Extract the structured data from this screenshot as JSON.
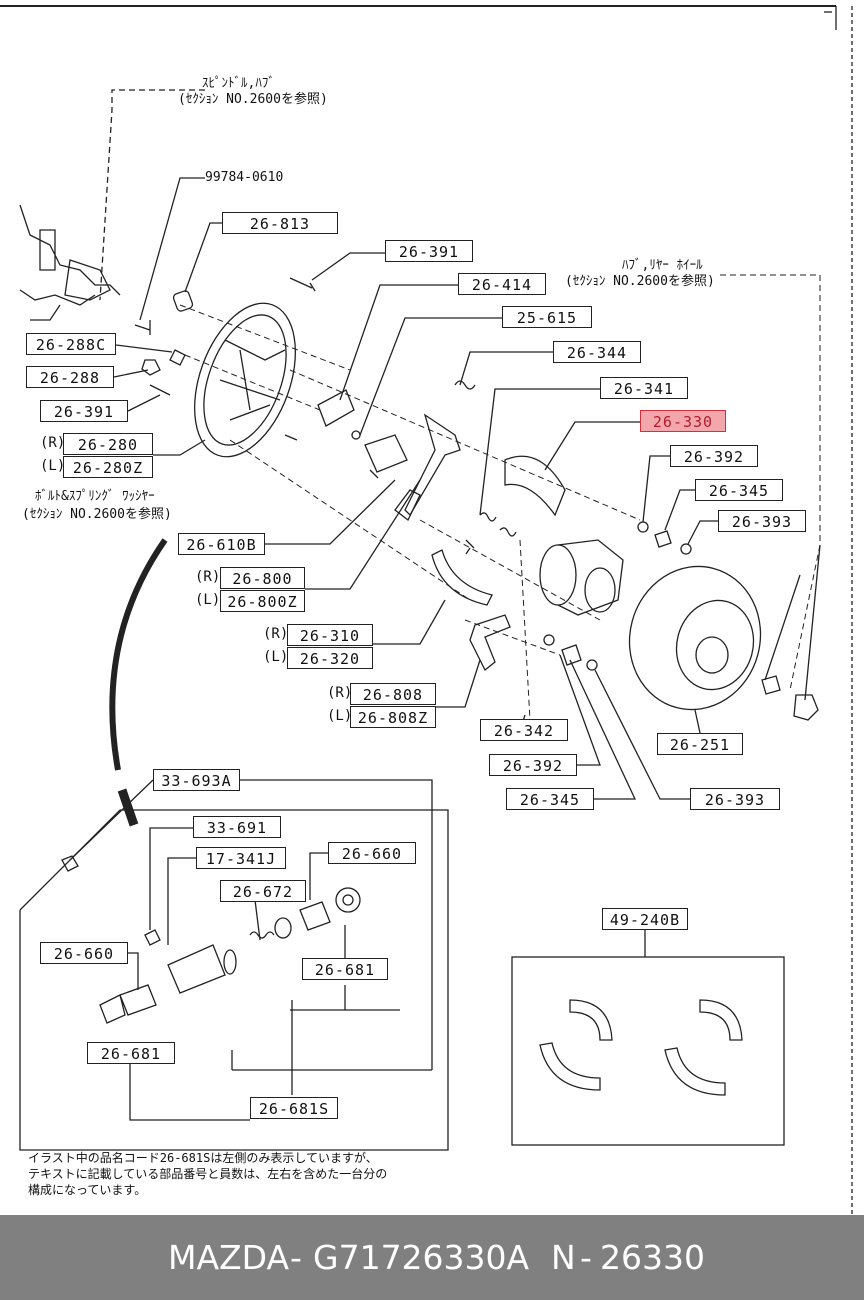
{
  "labels": {
    "p99784": "99784-0610",
    "p26_813": "26-813",
    "p26_391_top": "26-391",
    "p26_414": "26-414",
    "p25_615": "25-615",
    "p26_344": "26-344",
    "p26_341": "26-341",
    "p26_330": "26-330",
    "p26_392_right": "26-392",
    "p26_345_right": "26-345",
    "p26_393_right": "26-393",
    "p26_288c": "26-288C",
    "p26_288": "26-288",
    "p26_391_left": "26-391",
    "p26_280": "26-280",
    "p26_280z": "26-280Z",
    "p26_610b": "26-610B",
    "p26_800": "26-800",
    "p26_800z": "26-800Z",
    "p26_310": "26-310",
    "p26_320": "26-320",
    "p26_808": "26-808",
    "p26_808z": "26-808Z",
    "p26_342": "26-342",
    "p26_392_bottom": "26-392",
    "p26_345_bottom": "26-345",
    "p26_393_bottom": "26-393",
    "p26_251": "26-251",
    "p33_693a": "33-693A",
    "p33_691": "33-691",
    "p17_341j": "17-341J",
    "p26_660_right": "26-660",
    "p26_672": "26-672",
    "p26_660_left": "26-660",
    "p26_681_right": "26-681",
    "p26_681_left": "26-681",
    "p26_681s": "26-681S",
    "p49_240b": "49-240B",
    "side_r": "(R)",
    "side_l": "(L)"
  },
  "notes": {
    "spindle_title": "ｽﾋﾟﾝﾄﾞﾙ,ﾊﾌﾞ",
    "spindle_ref": "(ｾｸｼｮﾝ NO.2600を参照)",
    "hub_title": "ﾊﾌﾞ,ﾘﾔｰ ﾎｲｰﾙ",
    "hub_ref": "(ｾｸｼｮﾝ NO.2600を参照)",
    "bolt_title": "ﾎﾞﾙﾄ&ｽﾌﾟﾘﾝｸﾞ ﾜｯｼﾔｰ",
    "bolt_ref": "(ｾｸｼｮﾝ NO.2600を参照)",
    "footnote_1": "イラスト中の品名コード26-681Sは左側のみ表示していますが、",
    "footnote_2": "テキストに記載している部品番号と員数は、左右を含めた一台分の",
    "footnote_3": "構成になっています。"
  },
  "footer": {
    "brand": "MAZDA",
    "sep": "-",
    "part_number": "G71726330A",
    "code_prefix": "N",
    "code_sep": "-",
    "code": "26330"
  },
  "colors": {
    "highlight": "#f4a6ad",
    "highlight_text": "#b01d2c",
    "footer_bg": "#808080",
    "ink": "#222222"
  }
}
